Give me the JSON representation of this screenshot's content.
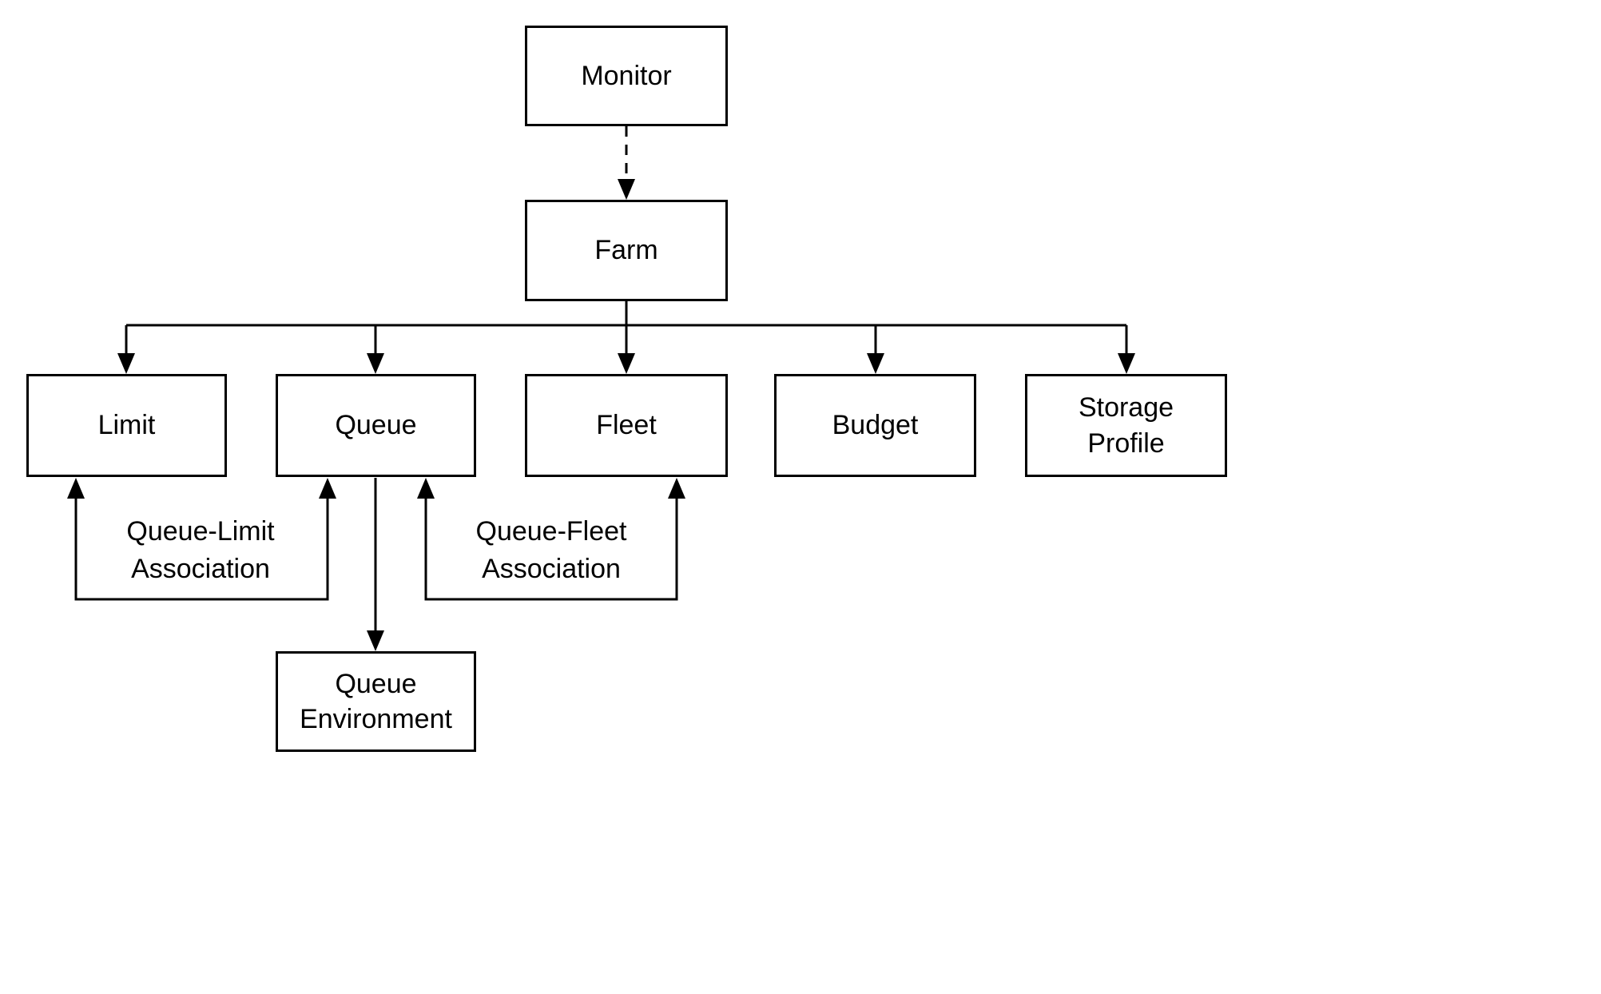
{
  "diagram": {
    "background_color": "#ffffff",
    "line_color": "#000000",
    "text_color": "#000000",
    "nodes": {
      "monitor": {
        "label": "Monitor"
      },
      "farm": {
        "label": "Farm"
      },
      "limit": {
        "label": "Limit"
      },
      "queue": {
        "label": "Queue"
      },
      "fleet": {
        "label": "Fleet"
      },
      "budget": {
        "label": "Budget"
      },
      "storage_profile": {
        "label": "Storage Profile"
      },
      "queue_environment": {
        "label": "Queue Environment"
      }
    },
    "edge_labels": {
      "queue_limit_association": "Queue-Limit Association",
      "queue_fleet_association": "Queue-Fleet Association"
    },
    "edges": [
      {
        "from": "Monitor",
        "to": "Farm",
        "style": "dashed-arrow"
      },
      {
        "from": "Farm",
        "to": "Limit",
        "style": "solid-arrow"
      },
      {
        "from": "Farm",
        "to": "Queue",
        "style": "solid-arrow"
      },
      {
        "from": "Farm",
        "to": "Fleet",
        "style": "solid-arrow"
      },
      {
        "from": "Farm",
        "to": "Budget",
        "style": "solid-arrow"
      },
      {
        "from": "Farm",
        "to": "Storage Profile",
        "style": "solid-arrow"
      },
      {
        "from": "Queue",
        "to": "Limit",
        "style": "double-arrow-loop",
        "label": "Queue-Limit Association"
      },
      {
        "from": "Queue",
        "to": "Fleet",
        "style": "double-arrow-loop",
        "label": "Queue-Fleet Association"
      },
      {
        "from": "Queue",
        "to": "Queue Environment",
        "style": "solid-arrow"
      }
    ]
  }
}
